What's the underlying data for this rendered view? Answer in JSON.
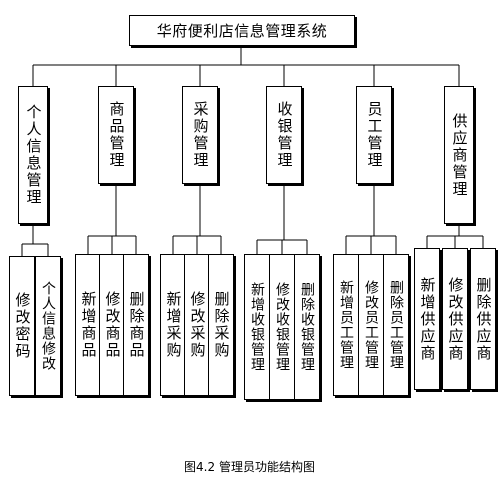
{
  "root": "华府便利店信息管理系统",
  "modules": [
    {
      "label": "个人信息管理",
      "children": [
        "修改密码",
        "个人信息修改"
      ]
    },
    {
      "label": "商品管理",
      "children": [
        "新增商品",
        "修改商品",
        "删除商品"
      ]
    },
    {
      "label": "采购管理",
      "children": [
        "新增采购",
        "修改采购",
        "删除采购"
      ]
    },
    {
      "label": "收银管理",
      "children": [
        "新增收银管理",
        "修改收银管理",
        "删除收银管理"
      ]
    },
    {
      "label": "员工管理",
      "children": [
        "新增员工管理",
        "修改员工管理",
        "删除员工管理"
      ]
    },
    {
      "label": "供应商管理",
      "children": [
        "新增供应商",
        "修改供应商",
        "删除供应商"
      ]
    }
  ],
  "caption": "图4.2  管理员功能结构图"
}
